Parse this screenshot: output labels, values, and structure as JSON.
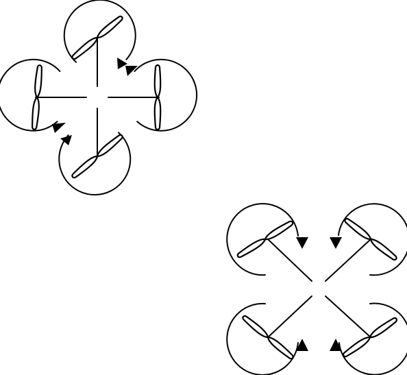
{
  "diagram": {
    "colors": {
      "line": "#000000",
      "background": "#ffffff"
    },
    "configurations": [
      {
        "layout": "plus",
        "rotors": 4
      },
      {
        "layout": "x",
        "rotors": 4
      }
    ]
  }
}
